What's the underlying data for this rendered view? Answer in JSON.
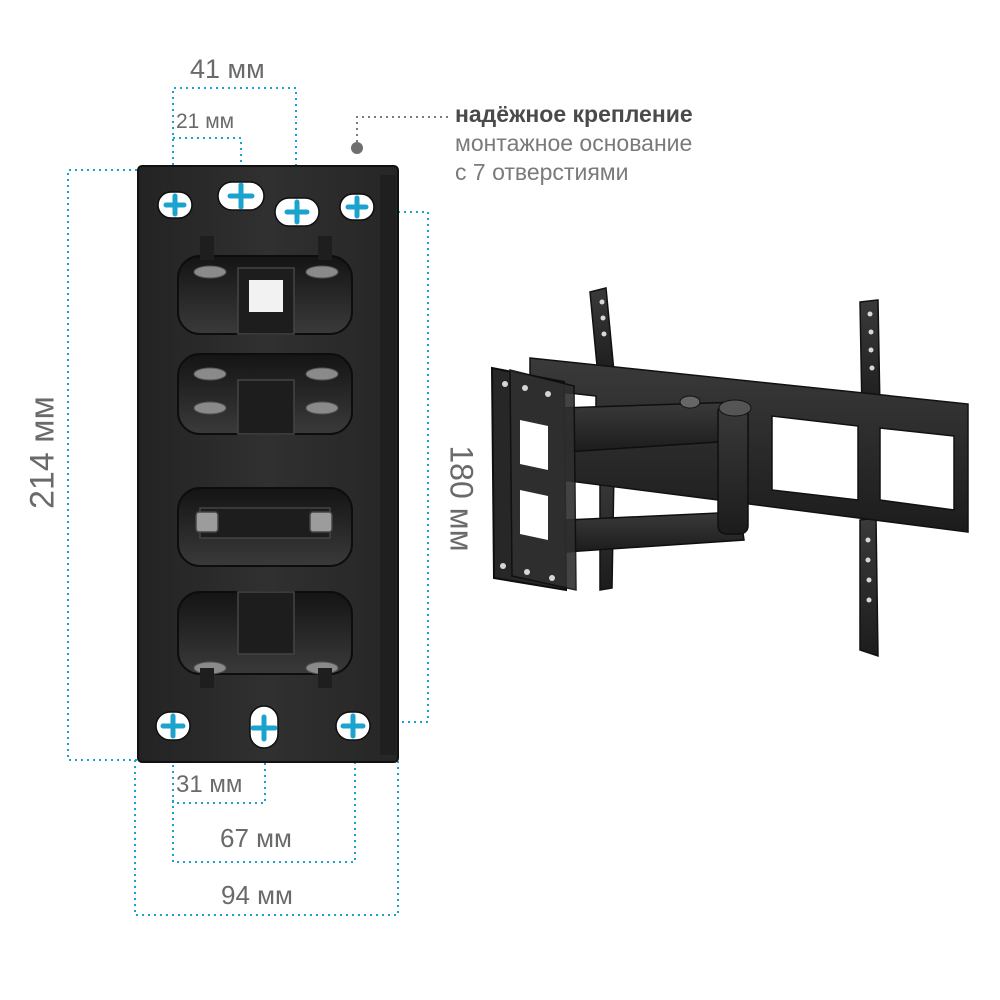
{
  "dimensions": {
    "top_outer": "41 мм",
    "top_inner": "21 мм",
    "bottom_inner": "31 мм",
    "bottom_mid": "67 мм",
    "bottom_outer": "94 мм",
    "height_total": "214 мм",
    "height_holes": "180 мм"
  },
  "callout": {
    "title": "надёжное крепление",
    "line2": "монтажное основание",
    "line3": "с 7 отверстиями"
  },
  "colors": {
    "accent": "#1aa3cc",
    "plate": "#2b2b2b",
    "dim_text": "#6a6a6a"
  }
}
